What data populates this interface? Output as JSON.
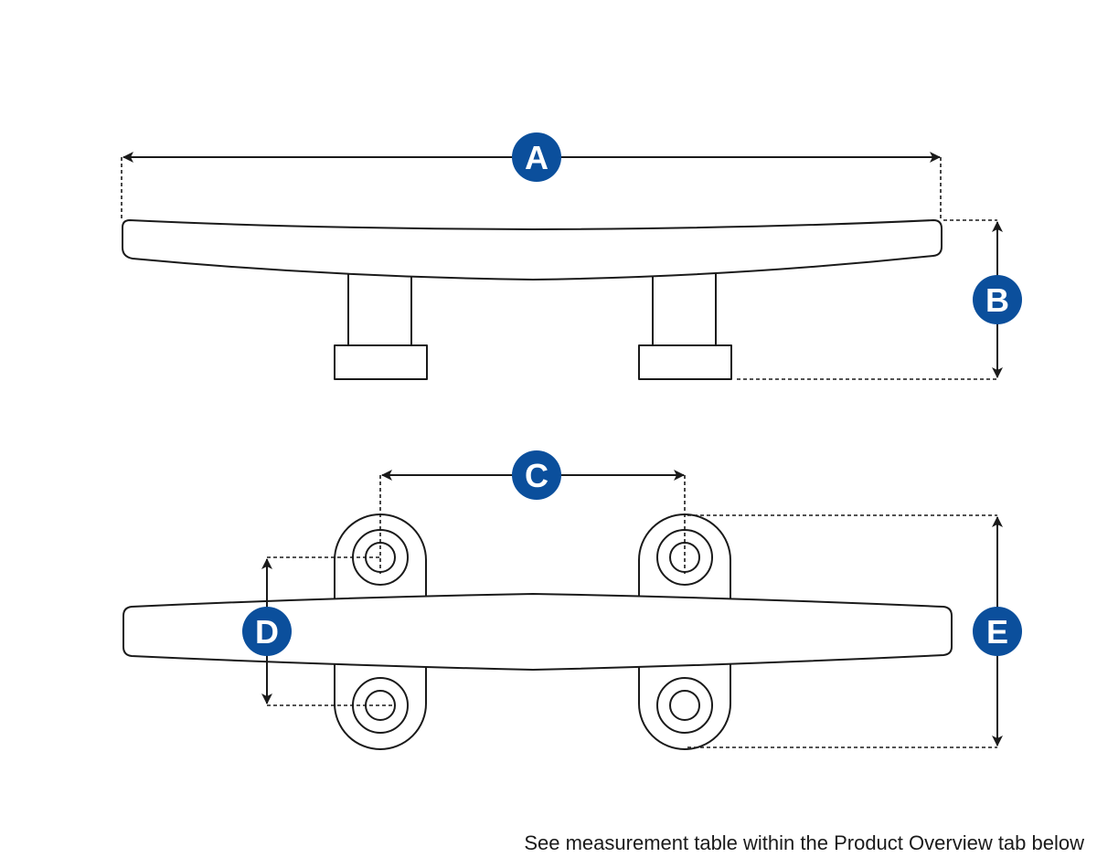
{
  "colors": {
    "badge": "#0b4f9c",
    "line": "#1a1a1a",
    "background": "#ffffff"
  },
  "labels": {
    "a": "A",
    "b": "B",
    "c": "C",
    "d": "D",
    "e": "E"
  },
  "caption": "See measurement table within the Product Overview tab below"
}
